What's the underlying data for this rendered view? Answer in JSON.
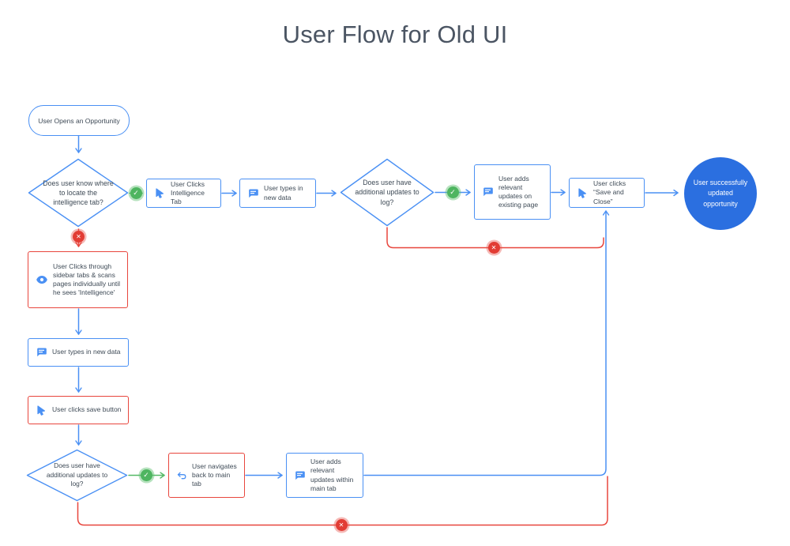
{
  "title": "User Flow for Old UI",
  "badge": {
    "yes_glyph": "✓",
    "no_glyph": "✕"
  },
  "colors": {
    "line_blue": "#4a90f4",
    "line_red": "#e8463d",
    "line_green": "#55b967",
    "end_fill": "#2b6fe0",
    "text": "#3e4a56",
    "title": "#4b5563"
  },
  "nodes": {
    "start": {
      "label": "User Opens an Opportunity"
    },
    "decision_locate": {
      "label": "Does user know where to locate the intelligence tab?"
    },
    "clicks_intelligence_tab": {
      "label": "User Clicks Intelligence Tab",
      "icon": "click-icon"
    },
    "types_new_data_top": {
      "label": "User types in new data",
      "icon": "chat-icon"
    },
    "decision_updates_top": {
      "label": "Does user have additional updates to log?"
    },
    "adds_updates_existing": {
      "label": "User adds relevant updates on existing page",
      "icon": "chat-icon"
    },
    "clicks_save_and_close": {
      "label": "User clicks “Save and Close”",
      "icon": "click-icon"
    },
    "end": {
      "label": "User successfully updated opportunity"
    },
    "sidebar_scan": {
      "label": "User Clicks through sidebar tabs & scans pages individually until he sees 'Intelligence'",
      "icon": "eye-icon"
    },
    "types_new_data_left": {
      "label": "User types in new data",
      "icon": "chat-icon"
    },
    "clicks_save_button": {
      "label": "User clicks save button",
      "icon": "click-icon"
    },
    "decision_updates_bottom": {
      "label": "Does user have additional updates to log?"
    },
    "navigates_back": {
      "label": "User navigates back to main tab",
      "icon": "return-icon"
    },
    "adds_updates_main_tab": {
      "label": "User adds relevant updates within main tab",
      "icon": "chat-icon"
    }
  }
}
